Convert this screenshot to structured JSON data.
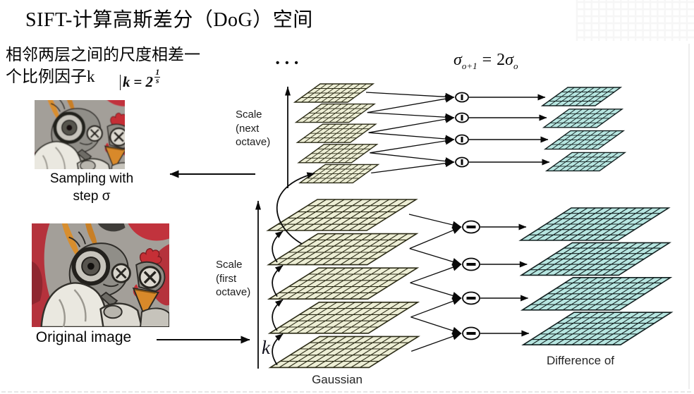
{
  "slide": {
    "title": "SIFT-计算高斯差分（DoG）空间",
    "note": {
      "line1": "相邻两层之间的尺度相差一",
      "line2": "个比例因子k"
    },
    "formula_k": {
      "lhs": "k",
      "eq": "=",
      "base": "2",
      "sup_num": "1",
      "sup_den": "s"
    },
    "formula_sigma": {
      "sym": "σ",
      "sub": "o+1",
      "eq": "=",
      "coef": "2",
      "sym2": "σ",
      "sub2": "o"
    },
    "dots": "•••",
    "images": {
      "sample_caption_line1": "Sampling with",
      "sample_caption_line2": "step σ",
      "original_caption": "Original image"
    },
    "diagram": {
      "axis_next": {
        "line1": "Scale",
        "line2": "(next",
        "line3": "octave)"
      },
      "axis_first": {
        "line1": "Scale",
        "line2": "(first",
        "line3": "octave)"
      },
      "k_label": "k",
      "gaussian_label": "Gaussian",
      "difference_label": "Difference of",
      "minus_symbol": "−",
      "first_octave": {
        "gaussian_layers": 5,
        "dog_layers": 4
      },
      "next_octave": {
        "gaussian_layers": 5,
        "dog_layers": 4
      },
      "colors": {
        "gaussian_fill": "#edeed5",
        "gaussian_stroke": "#2b2b16",
        "dog_fill": "#b7e6e1",
        "dog_stroke": "#132020",
        "line": "#0a0a0a"
      }
    }
  }
}
